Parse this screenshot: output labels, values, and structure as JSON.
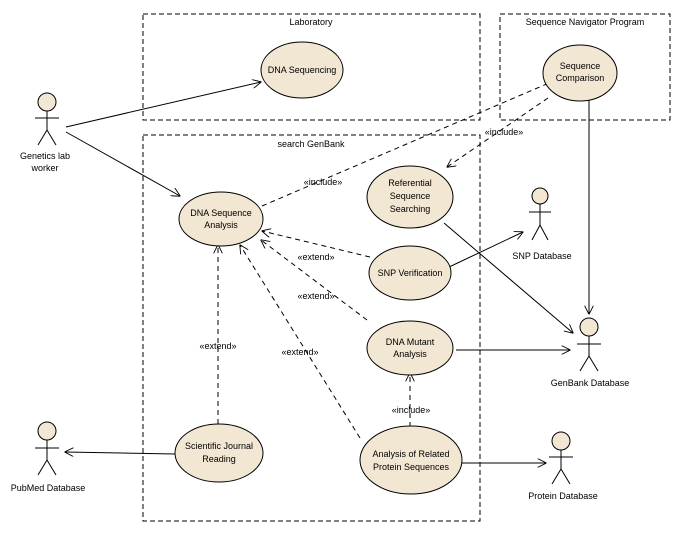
{
  "containers": {
    "laboratory": "Laboratory",
    "sequence_navigator": "Sequence Navigator Program",
    "search_genbank": "search GenBank"
  },
  "use_cases": {
    "dna_sequencing": [
      "DNA Sequencing"
    ],
    "sequence_comparison": [
      "Sequence",
      "Comparison"
    ],
    "referential_searching": [
      "Referential",
      "Sequence",
      "Searching"
    ],
    "dna_sequence_analysis": [
      "DNA Sequence",
      "Analysis"
    ],
    "snp_verification": [
      "SNP Verification"
    ],
    "dna_mutant_analysis": [
      "DNA Mutant",
      "Analysis"
    ],
    "scientific_journal": [
      "Scientific Journal",
      "Reading"
    ],
    "related_protein": [
      "Analysis of Related",
      "Protein Sequences"
    ]
  },
  "actors": {
    "genetics_worker": [
      "Genetics lab",
      "worker"
    ],
    "snp_database": [
      "SNP Database"
    ],
    "genbank_database": [
      "GenBank Database"
    ],
    "pubmed_database": [
      "PubMed Database"
    ],
    "protein_database": [
      "Protein Database"
    ]
  },
  "stereotypes": {
    "include_1": "«include»",
    "include_2": "«include»",
    "include_3": "«include»",
    "extend_1": "«extend»",
    "extend_2": "«extend»",
    "extend_3": "«extend»",
    "extend_4": "«extend»"
  }
}
